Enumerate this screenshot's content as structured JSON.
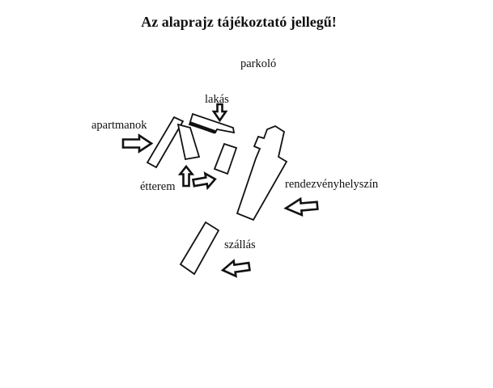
{
  "title": "Az alaprajz tájékoztató jellegű!",
  "colors": {
    "background": "#ffffff",
    "ink": "#111111",
    "building_fill": "#ffffff"
  },
  "areas": [
    {
      "id": "parkolo",
      "label": "parkoló",
      "arrow": "none"
    },
    {
      "id": "lakas",
      "label": "lakás",
      "arrow": "down"
    },
    {
      "id": "apartmanok",
      "label": "apartmanok",
      "arrow": "right"
    },
    {
      "id": "etterem",
      "label": "étterem",
      "arrow": "up-and-right"
    },
    {
      "id": "rendezvenyhelyszin",
      "label": "rendezvényhelyszín",
      "arrow": "left"
    },
    {
      "id": "szallas",
      "label": "szállás",
      "arrow": "left"
    }
  ]
}
